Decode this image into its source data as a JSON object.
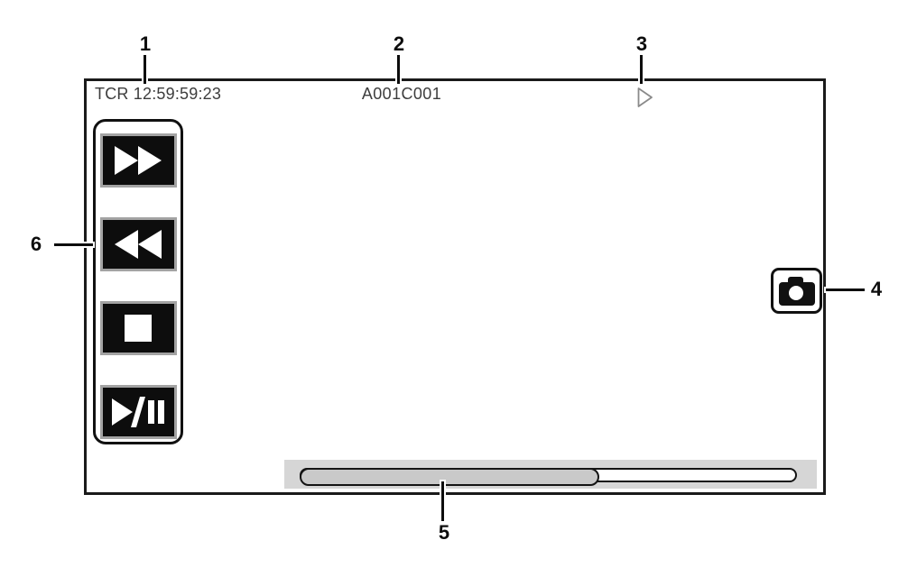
{
  "screen": {
    "timecode": "TCR 12:59:59:23",
    "clip_name": "A001C001",
    "status_icon": "play-outline",
    "controls": [
      {
        "name": "fast-forward",
        "icon": "fast-forward-icon"
      },
      {
        "name": "rewind",
        "icon": "rewind-icon"
      },
      {
        "name": "stop",
        "icon": "stop-icon"
      },
      {
        "name": "play-pause",
        "icon": "play-pause-icon"
      }
    ],
    "snapshot_button_icon": "camera-icon",
    "progress_bar": {
      "percent_filled": 60
    }
  },
  "callouts": [
    {
      "label": "1",
      "target": "timecode-display"
    },
    {
      "label": "2",
      "target": "clip-name-display"
    },
    {
      "label": "3",
      "target": "playback-status-icon"
    },
    {
      "label": "4",
      "target": "snapshot-button"
    },
    {
      "label": "5",
      "target": "progress-bar"
    },
    {
      "label": "6",
      "target": "playback-control-buttons"
    }
  ],
  "colors": {
    "screen_border": "#1a1a1a",
    "button_fill": "#0d0d0d",
    "button_border": "#a3a3a3",
    "progress_strip": "#d6d6d6",
    "progress_fill": "#c9c9c9",
    "osd_text": "#3d3d3d",
    "callout_text": "#0d0d0d"
  }
}
